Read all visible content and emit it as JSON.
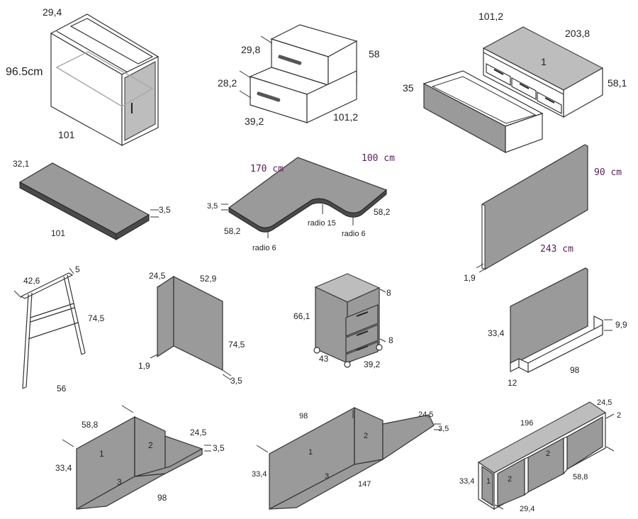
{
  "sheet": {
    "items": [
      {
        "id": "wardrobe",
        "labels": [
          "29,4",
          "96.5cm",
          "101"
        ]
      },
      {
        "id": "step-chest",
        "labels": [
          "29,8",
          "58",
          "28,2",
          "39,2",
          "101,2"
        ]
      },
      {
        "id": "bed-drawer",
        "labels": [
          "101,2",
          "203,8",
          "1",
          "58,1",
          "35"
        ]
      },
      {
        "id": "shelf-board",
        "labels": [
          "32,1",
          "3,5",
          "101"
        ]
      },
      {
        "id": "corner-desk",
        "labels": [
          "170 cm",
          "100 cm",
          "3,5",
          "58,2",
          "radio 15",
          "58,2",
          "radio 6",
          "radio 6"
        ]
      },
      {
        "id": "wall-panel",
        "labels": [
          "90 cm",
          "243 cm",
          "1,9"
        ]
      },
      {
        "id": "trestle-leg",
        "labels": [
          "42,6",
          "5",
          "74,5",
          "56"
        ]
      },
      {
        "id": "side-panels",
        "labels": [
          "24,5",
          "52,9",
          "74,5",
          "1,9",
          "3,5"
        ]
      },
      {
        "id": "mobile-drawers",
        "labels": [
          "8",
          "66,1",
          "8",
          "43",
          "39,2"
        ]
      },
      {
        "id": "back-shelf",
        "labels": [
          "9,9",
          "33,4",
          "98",
          "12"
        ]
      },
      {
        "id": "corner-shelf-small",
        "labels": [
          "58,8",
          "24,5",
          "3,5",
          "1",
          "2",
          "33,4",
          "3",
          "98"
        ]
      },
      {
        "id": "corner-shelf-large",
        "labels": [
          "98",
          "24,5",
          "3,5",
          "1",
          "2",
          "33,4",
          "3",
          "147"
        ]
      },
      {
        "id": "bookcase-module",
        "labels": [
          "24,5",
          "196",
          "2",
          "2",
          "33,4",
          "1",
          "2",
          "58,8",
          "29,4"
        ]
      }
    ]
  },
  "colors": {
    "panel": "#9a9a9a",
    "light_panel": "#bdbdbd",
    "outline": "#333333",
    "dimension_purple": "#5a1f5a"
  }
}
